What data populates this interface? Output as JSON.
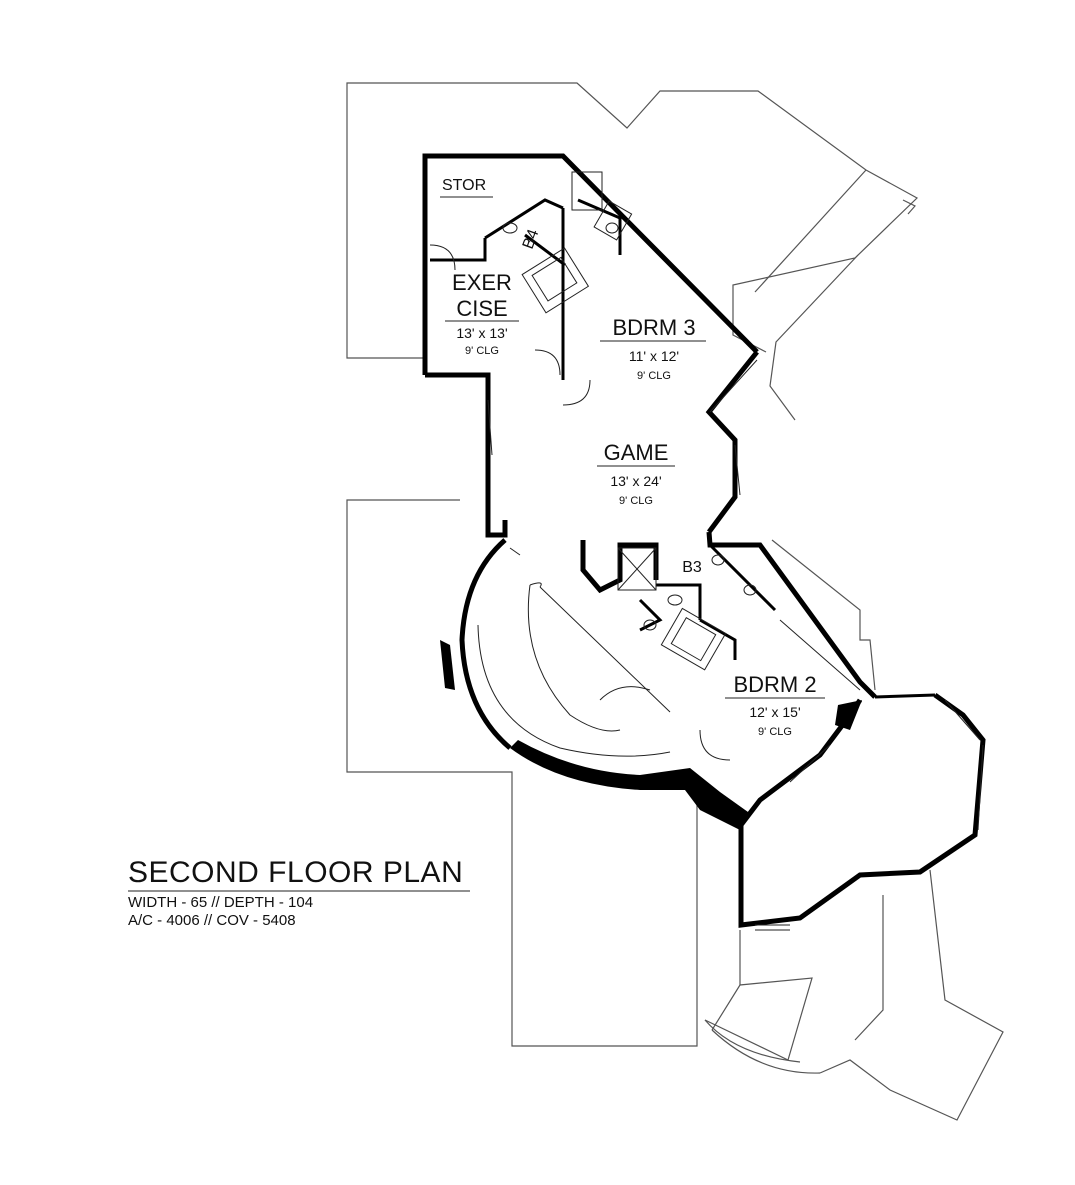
{
  "plan": {
    "title": "SECOND FLOOR PLAN",
    "line1": "WIDTH - 65 // DEPTH - 104",
    "line2": "A/C - 4006 // COV - 5408"
  },
  "rooms": {
    "stor": {
      "name": "STOR"
    },
    "bath4": {
      "name": "B4"
    },
    "exercise": {
      "name_line1": "EXER",
      "name_line2": "CISE",
      "size": "13' x 13'",
      "ceiling": "9' CLG"
    },
    "bdrm3": {
      "name": "BDRM 3",
      "size": "11' x 12'",
      "ceiling": "9' CLG"
    },
    "game": {
      "name": "GAME",
      "size": "13' x 24'",
      "ceiling": "9' CLG"
    },
    "bath3": {
      "name": "B3"
    },
    "bdrm2": {
      "name": "BDRM 2",
      "size": "12' x 15'",
      "ceiling": "9' CLG"
    }
  }
}
